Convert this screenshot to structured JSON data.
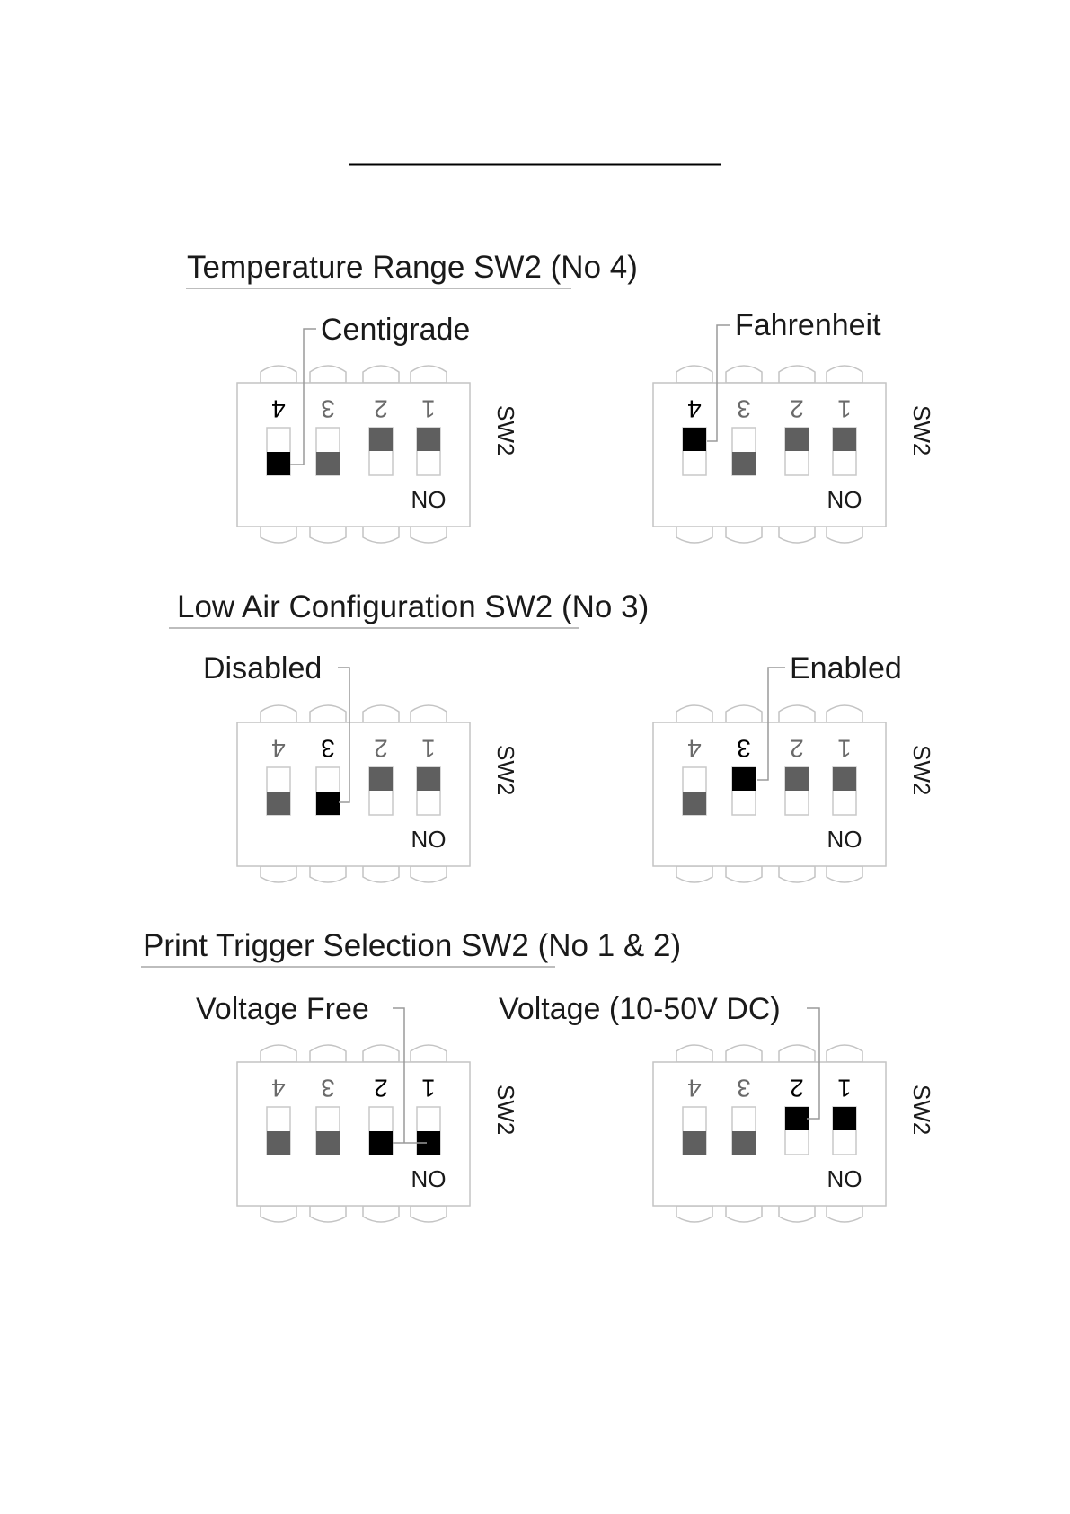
{
  "sections": [
    {
      "heading": "Temperature Range SW2 (No 4)",
      "diagrams": [
        {
          "label": "Centigrade",
          "switch_name": "SW2",
          "on_label": "ON",
          "switch_numbers": [
            "4",
            "3",
            "2",
            "1"
          ],
          "positions": [
            "on",
            "on",
            "off",
            "off"
          ],
          "highlighted": [
            "4"
          ]
        },
        {
          "label": "Fahrenheit",
          "switch_name": "SW2",
          "on_label": "ON",
          "switch_numbers": [
            "4",
            "3",
            "2",
            "1"
          ],
          "positions": [
            "off",
            "on",
            "off",
            "off"
          ],
          "highlighted": [
            "4"
          ]
        }
      ]
    },
    {
      "heading": "Low Air Configuration SW2 (No 3)",
      "diagrams": [
        {
          "label": "Disabled",
          "switch_name": "SW2",
          "on_label": "ON",
          "switch_numbers": [
            "4",
            "3",
            "2",
            "1"
          ],
          "positions": [
            "on",
            "on",
            "off",
            "off"
          ],
          "highlighted": [
            "3"
          ]
        },
        {
          "label": "Enabled",
          "switch_name": "SW2",
          "on_label": "ON",
          "switch_numbers": [
            "4",
            "3",
            "2",
            "1"
          ],
          "positions": [
            "on",
            "off",
            "off",
            "off"
          ],
          "highlighted": [
            "3"
          ]
        }
      ]
    },
    {
      "heading": "Print Trigger Selection SW2 (No 1 & 2)",
      "diagrams": [
        {
          "label": "Voltage Free",
          "switch_name": "SW2",
          "on_label": "ON",
          "switch_numbers": [
            "4",
            "3",
            "2",
            "1"
          ],
          "positions": [
            "on",
            "on",
            "on",
            "on"
          ],
          "highlighted": [
            "2",
            "1"
          ]
        },
        {
          "label": "Voltage (10-50V DC)",
          "switch_name": "SW2",
          "on_label": "ON",
          "switch_numbers": [
            "4",
            "3",
            "2",
            "1"
          ],
          "positions": [
            "on",
            "on",
            "off",
            "off"
          ],
          "highlighted": [
            "2",
            "1"
          ]
        }
      ]
    }
  ],
  "colors": {
    "active": "#000000",
    "inactive": "#5f5f5f",
    "outline": "#c4c4c4",
    "leader": "#9a9a9a"
  }
}
